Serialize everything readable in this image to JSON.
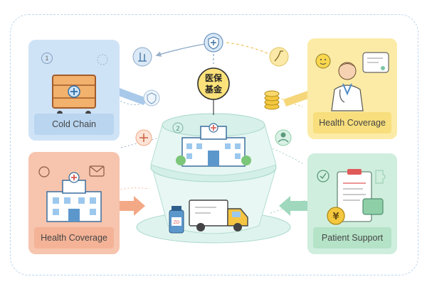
{
  "panels": {
    "top_left": {
      "label": "Cold Chain",
      "number": "1"
    },
    "top_right": {
      "label": "Health Coverage"
    },
    "bottom_left": {
      "label": "Health Coverage"
    },
    "bottom_right": {
      "label": "Patient Support"
    }
  },
  "center": {
    "badge_line1": "医保",
    "badge_line2": "基金",
    "stage_number": "2",
    "box_text": "ZD"
  },
  "colors": {
    "blue": "#cfe3f7",
    "yellow": "#fbeba6",
    "orange": "#f7c4ad",
    "green": "#cfeedd",
    "teal": "#bfe8e0"
  }
}
